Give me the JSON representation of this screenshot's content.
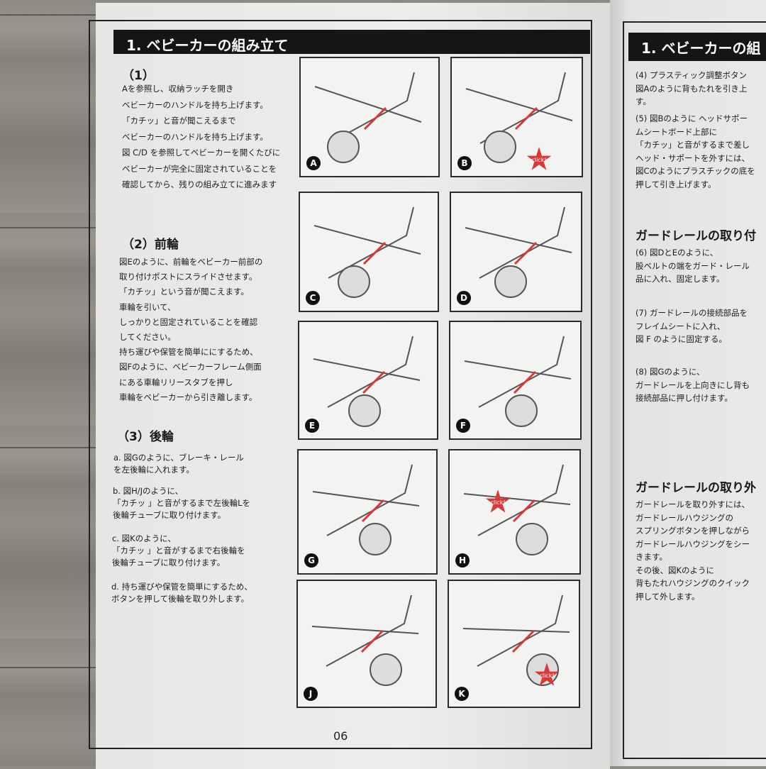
{
  "left_page": {
    "header": "1. ベビーカーの組み立て",
    "sections": [
      {
        "title": "（1）",
        "lines": [
          "Aを参照し、収納ラッチを開き",
          "ベビーカーのハンドルを持ち上げます。",
          "「カチッ」と音が聞こえるまで",
          "ベビーカーのハンドルを持ち上げます。",
          "図 C/D を参照してベビーカーを開くたびに",
          "ベビーカーが完全に固定されていることを",
          "確認してから、残りの組み立てに進みます"
        ]
      },
      {
        "title": "（2）前輪",
        "lines": [
          "図Eのように、前輪をベビーカー前部の",
          "取り付けポストにスライドさせます。",
          "「カチッ」という音が聞こえます。",
          "車輪を引いて、",
          "しっかりと固定されていることを確認",
          "してください。",
          "持ち運びや保管を簡単ににするため、",
          "図Fのように、ベビーカーフレーム側面",
          "にある車輪リリースタブを押し",
          "車輪をベビーカーから引き離します。"
        ]
      },
      {
        "title": "（3）後輪",
        "items": [
          [
            "a. 図Gのように、ブレーキ・レール",
            "を左後輪に入れます。"
          ],
          [
            "b. 図H/Jのように、",
            "「カチッ 」と音がするまで左後輪Lを",
            "後輪チューブに取り付けます。"
          ],
          [
            "c. 図Kのように、",
            "「カチッ 」と音がするまで右後輪を",
            "後輪チューブに取り付けます。"
          ],
          [
            "d. 持ち運びや保管を簡単にするため、",
            "ボタンを押して後輪を取り外します。"
          ]
        ]
      }
    ],
    "figures": [
      "A",
      "B",
      "C",
      "D",
      "E",
      "F",
      "G",
      "H",
      "J",
      "K"
    ],
    "click_label": "click!",
    "page_number": "06"
  },
  "right_page": {
    "header": "1. ベビーカーの組",
    "blocks": [
      [
        "(4) プラスティック調整ボタン",
        "図Aのように背もたれを引き上",
        "す。"
      ],
      [
        "(5) 図Bのように ヘッドサポー",
        "ムシートボード上部に",
        "「カチッ」と音がするまで差し",
        "ヘッド・サポートを外すには、",
        "図Cのようにプラスチックの底を",
        "押して引き上げます。"
      ]
    ],
    "heading1": "ガードレールの取り付",
    "blocks2": [
      [
        "(6) 図DとEのように、",
        "股ベルトの端をガード・レール",
        "品に入れ、固定します。"
      ],
      [
        "(7) ガードレールの接続部品を",
        "フレイムシートに入れ、",
        "図 F のように固定する。"
      ],
      [
        "(8) 図Gのように、",
        "ガードレールを上向きにし背も",
        "接続部品に押し付けます。"
      ]
    ],
    "heading2": "ガードレールの取り外",
    "block3": [
      "ガードレールを取り外すには、",
      "ガードレールハウジングの",
      "スプリングボタンを押しながら",
      "ガードレールハウジングをシー",
      "きます。",
      "その後、図Kのように",
      "背もたれハウジングのクイック",
      "押して外します。"
    ]
  },
  "colors": {
    "header_bg": "#151515",
    "accent_red": "#d9383a",
    "paper": "#e9e9e7"
  }
}
